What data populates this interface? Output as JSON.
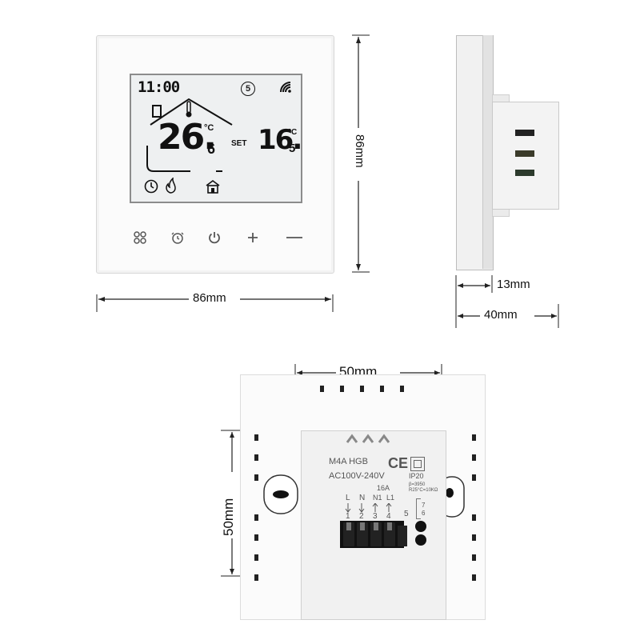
{
  "front": {
    "lcd": {
      "clock": "11:00",
      "program_badge": "5",
      "room_temp_int": "26.",
      "room_temp_dec": "6",
      "unit": "°C",
      "set_label": "SET",
      "set_temp_int": "16.",
      "set_temp_dec": "5"
    },
    "width_dim": "86mm",
    "height_dim": "86mm"
  },
  "side": {
    "plate_dim": "13mm",
    "depth_dim": "40mm"
  },
  "back": {
    "width_dim": "50mm",
    "height_dim": "50mm",
    "model": "M4A HGB",
    "voltage": "AC100V-240V",
    "ce_mark": "CE",
    "ip_rating": "IP20",
    "current": "16A",
    "terminals": [
      {
        "label": "L",
        "num": "1"
      },
      {
        "label": "N",
        "num": "2"
      },
      {
        "label": "N1",
        "num": "3"
      },
      {
        "label": "L1",
        "num": "4"
      },
      {
        "label": "",
        "num": "5"
      }
    ],
    "sensor_note_1": "β=3950",
    "sensor_note_2": "R25°C=10KΩ",
    "sensor_pins": [
      "7",
      "6"
    ]
  }
}
